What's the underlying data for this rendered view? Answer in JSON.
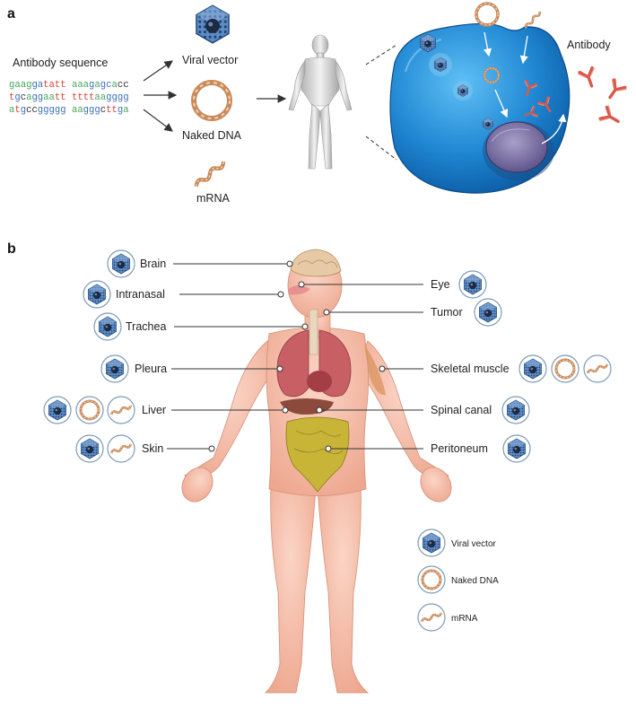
{
  "panel_a": {
    "letter": "a",
    "sequence_title": "Antibody sequence",
    "sequence_lines": [
      [
        {
          "t": "g",
          "c": "g"
        },
        {
          "t": "a",
          "c": "g"
        },
        {
          "t": "a",
          "c": "g"
        },
        {
          "t": "g",
          "c": "g"
        },
        {
          "t": "g",
          "c": "b"
        },
        {
          "t": "a",
          "c": "b"
        },
        {
          "t": "t",
          "c": "r"
        },
        {
          "t": "a",
          "c": "r"
        },
        {
          "t": "t",
          "c": "r"
        },
        {
          "t": "t",
          "c": "r"
        },
        {
          "t": " ",
          "c": "k"
        },
        {
          "t": "a",
          "c": "g"
        },
        {
          "t": "a",
          "c": "g"
        },
        {
          "t": "a",
          "c": "g"
        },
        {
          "t": "g",
          "c": "b"
        },
        {
          "t": "a",
          "c": "g"
        },
        {
          "t": "g",
          "c": "b"
        },
        {
          "t": "c",
          "c": "b"
        },
        {
          "t": "a",
          "c": "g"
        },
        {
          "t": "c",
          "c": "k"
        },
        {
          "t": "c",
          "c": "k"
        }
      ],
      [
        {
          "t": "t",
          "c": "r"
        },
        {
          "t": "g",
          "c": "b"
        },
        {
          "t": "c",
          "c": "k"
        },
        {
          "t": "a",
          "c": "g"
        },
        {
          "t": "g",
          "c": "b"
        },
        {
          "t": "g",
          "c": "b"
        },
        {
          "t": "a",
          "c": "g"
        },
        {
          "t": "a",
          "c": "g"
        },
        {
          "t": "t",
          "c": "r"
        },
        {
          "t": "t",
          "c": "r"
        },
        {
          "t": " ",
          "c": "k"
        },
        {
          "t": "t",
          "c": "r"
        },
        {
          "t": "t",
          "c": "r"
        },
        {
          "t": "t",
          "c": "r"
        },
        {
          "t": "t",
          "c": "r"
        },
        {
          "t": "a",
          "c": "g"
        },
        {
          "t": "a",
          "c": "g"
        },
        {
          "t": "g",
          "c": "b"
        },
        {
          "t": "g",
          "c": "b"
        },
        {
          "t": "g",
          "c": "b"
        },
        {
          "t": "g",
          "c": "b"
        }
      ],
      [
        {
          "t": "a",
          "c": "g"
        },
        {
          "t": "t",
          "c": "r"
        },
        {
          "t": "g",
          "c": "b"
        },
        {
          "t": "c",
          "c": "k"
        },
        {
          "t": "c",
          "c": "k"
        },
        {
          "t": "g",
          "c": "b"
        },
        {
          "t": "g",
          "c": "b"
        },
        {
          "t": "g",
          "c": "b"
        },
        {
          "t": "g",
          "c": "b"
        },
        {
          "t": "g",
          "c": "b"
        },
        {
          "t": " ",
          "c": "k"
        },
        {
          "t": "a",
          "c": "g"
        },
        {
          "t": "a",
          "c": "g"
        },
        {
          "t": "g",
          "c": "b"
        },
        {
          "t": "g",
          "c": "b"
        },
        {
          "t": "g",
          "c": "b"
        },
        {
          "t": "c",
          "c": "k"
        },
        {
          "t": "t",
          "c": "r"
        },
        {
          "t": "t",
          "c": "r"
        },
        {
          "t": "g",
          "c": "b"
        },
        {
          "t": "a",
          "c": "g"
        }
      ]
    ],
    "vectors": {
      "viral": "Viral vector",
      "dna": "Naked DNA",
      "mrna": "mRNA"
    },
    "antibody_label": "Antibody"
  },
  "panel_b": {
    "letter": "b",
    "left_labels": {
      "brain": "Brain",
      "intranasal": "Intranasal",
      "trachea": "Trachea",
      "pleura": "Pleura",
      "liver": "Liver",
      "skin": "Skin"
    },
    "right_labels": {
      "eye": "Eye",
      "tumor": "Tumor",
      "skeletal": "Skeletal muscle",
      "spinal": "Spinal canal",
      "peritoneum": "Peritoneum"
    },
    "legend": {
      "viral": "Viral vector",
      "dna": "Naked DNA",
      "mrna": "mRNA"
    }
  },
  "colors": {
    "seq_green": "#4aa35a",
    "seq_blue": "#3b6fb6",
    "seq_red": "#d9443a",
    "seq_dark": "#333333",
    "cell": "#2c8fd6",
    "dna": "#c98a5a",
    "antibody": "#d8584a",
    "skin": "#f2b7a3"
  }
}
